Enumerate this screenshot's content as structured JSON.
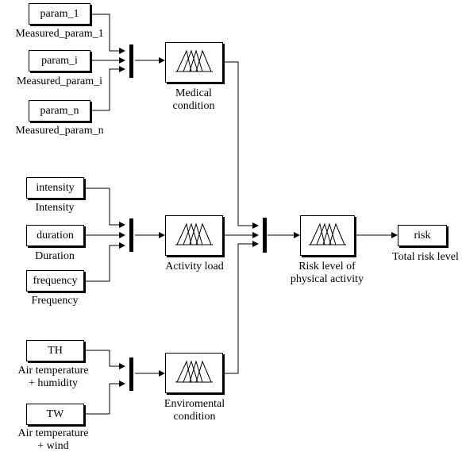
{
  "inputs": {
    "medical": [
      {
        "block": "param_1",
        "caption": "Measured_param_1"
      },
      {
        "block": "param_i",
        "caption": "Measured_param_i"
      },
      {
        "block": "param_n",
        "caption": "Measured_param_n"
      }
    ],
    "activity": [
      {
        "block": "intensity",
        "caption": "Intensity"
      },
      {
        "block": "duration",
        "caption": "Duration"
      },
      {
        "block": "frequency",
        "caption": "Frequency"
      }
    ],
    "environment": [
      {
        "block": "TH",
        "caption_line1": "Air temperature",
        "caption_line2": "+ humidity"
      },
      {
        "block": "TW",
        "caption_line1": "Air temperature",
        "caption_line2": "+ wind"
      }
    ]
  },
  "fis": {
    "medical": {
      "line1": "Medical",
      "line2": "condition"
    },
    "activity": {
      "line1": "Activity load"
    },
    "environment": {
      "line1": "Enviromental",
      "line2": "condition"
    },
    "risk": {
      "line1": "Risk level of",
      "line2": "physical activity"
    }
  },
  "output": {
    "block": "risk",
    "caption": "Total risk level"
  }
}
